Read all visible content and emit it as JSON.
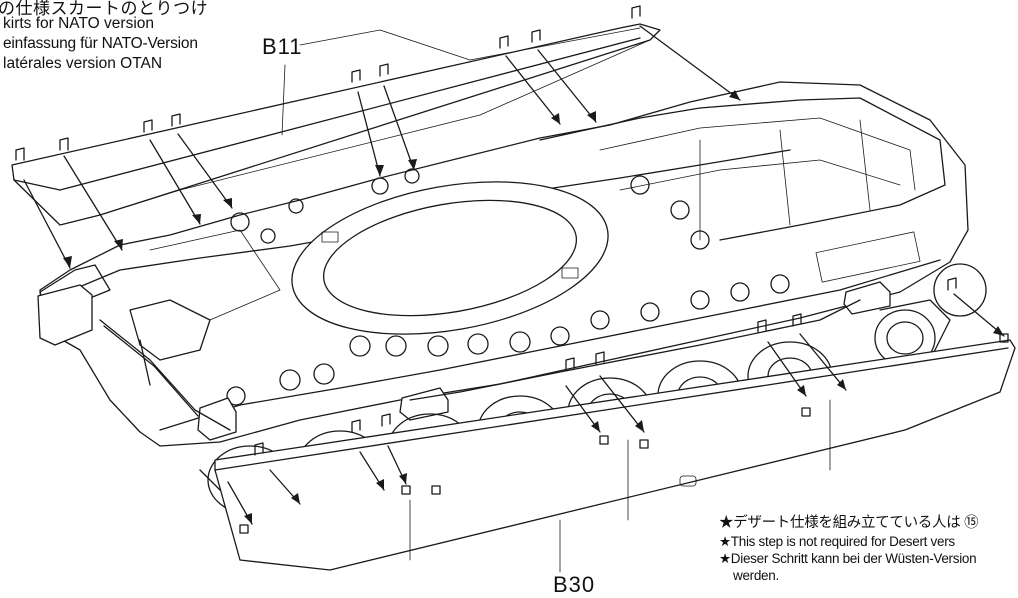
{
  "heading": "の仕様スカートのとりつけ",
  "captions": [
    "kirts for NATO version",
    "einfassung für NATO-Version",
    " latérales version OTAN"
  ],
  "part_labels": {
    "top": "B11",
    "bottom": "B30"
  },
  "notes": [
    "★デザート仕様を組み立てている人は ⑮",
    "★This step is not required for Desert vers",
    "★Dieser Schritt kann bei der Wüsten-Version",
    "werden."
  ]
}
